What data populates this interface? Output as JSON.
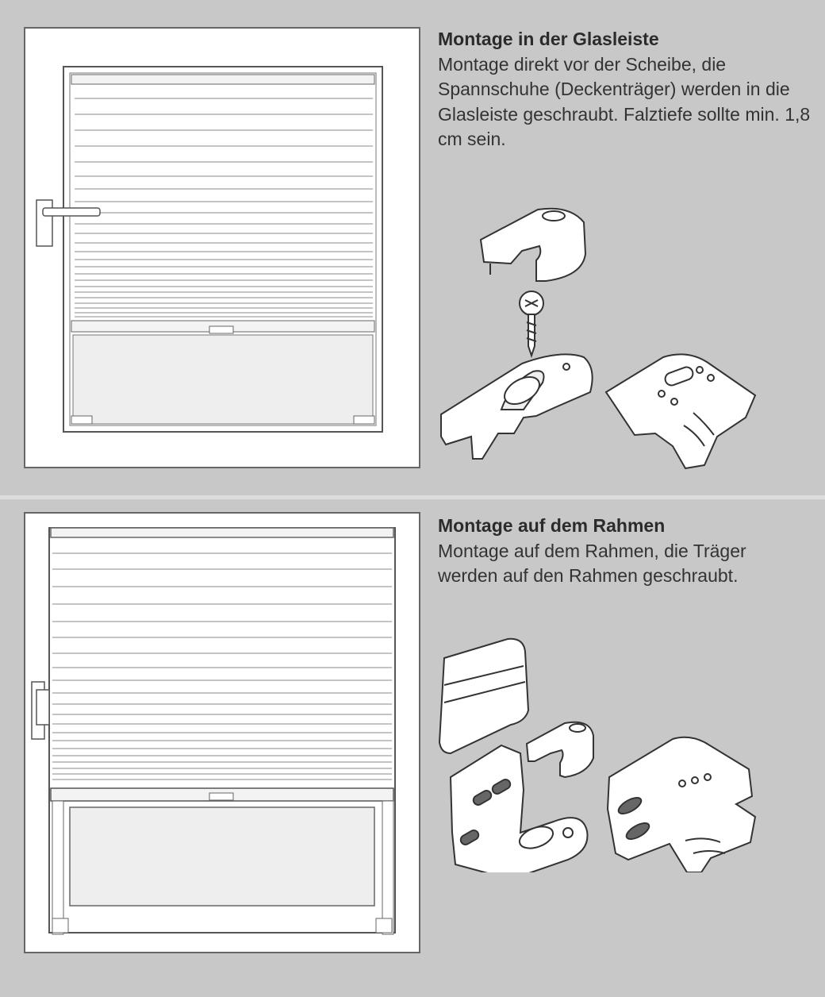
{
  "sections": [
    {
      "title": "Montage in der Glasleiste",
      "body": "Montage direkt vor der Scheibe, die Spannschuhe (Deckenträger) werden in die Glasleiste geschraubt. Falztiefe sollte min. 1,8 cm sein.",
      "illustration_icon": "window-with-pleated-blind-in-glazing-bead",
      "parts_icons": [
        "cap-clip-icon",
        "screw-icon",
        "tension-shoe-icon",
        "bracket-icon"
      ]
    },
    {
      "title": "Montage auf dem Rahmen",
      "body": "Montage auf dem Rahmen, die Träger werden auf den Rahmen geschraubt.",
      "illustration_icon": "window-with-pleated-blind-on-frame",
      "parts_icons": [
        "end-cap-icon",
        "clip-icon",
        "mounting-bracket-icon",
        "frame-bracket-icon"
      ]
    }
  ],
  "colors": {
    "background": "#c8c8c8",
    "divider": "#dcdcdc",
    "text": "#333333",
    "line": "#555555"
  }
}
